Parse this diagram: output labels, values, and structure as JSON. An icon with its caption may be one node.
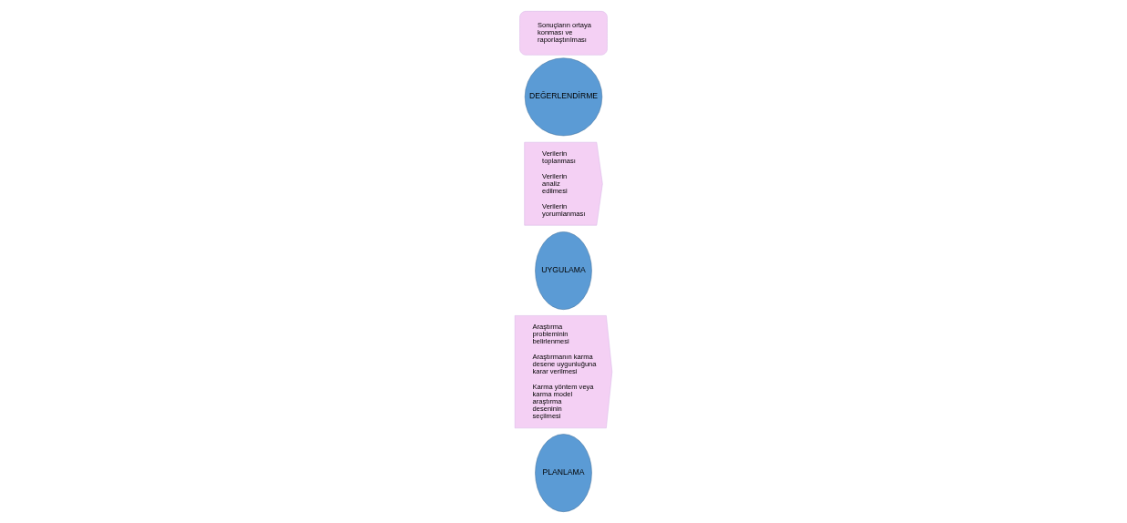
{
  "diagram": {
    "nodes": [
      {
        "text": [
          "PLANLAMA"
        ]
      },
      {
        "text": [
          "Araştırma probleminin belirlenmesi",
          "Araştırmanın karma desene uygunluğuna karar verilmesi",
          "Karma yöntem veya karma model araştırma deseninin seçilmesi"
        ]
      },
      {
        "text": [
          "UYGULAMA"
        ]
      },
      {
        "text": [
          "Verilerin toplanması",
          "Verilerin analiz edilmesi",
          "Verilerin yorumlanması"
        ]
      },
      {
        "text": [
          "DEĞERLENDİRME"
        ]
      },
      {
        "text": [
          "Sonuçların ortaya konması ve raporlaştırılması"
        ]
      }
    ],
    "edges": []
  }
}
